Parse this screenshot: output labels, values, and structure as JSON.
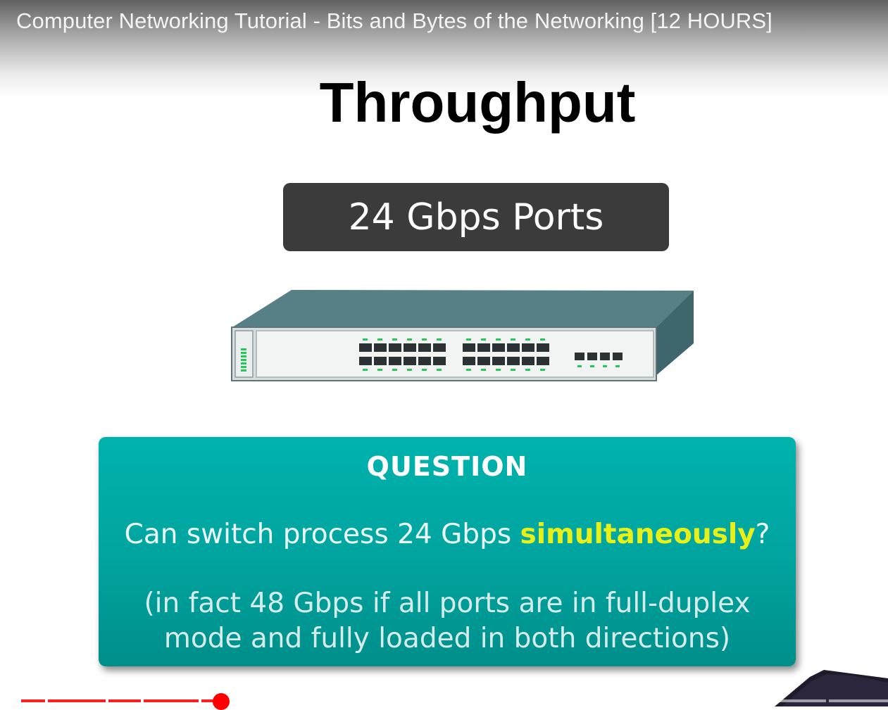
{
  "video": {
    "title": "Computer Networking Tutorial - Bits and Bytes of the Networking [12 HOURS]"
  },
  "slide": {
    "title": "Throughput",
    "ports_label": "24 Gbps Ports",
    "device_icon": "network-switch-icon",
    "question": {
      "heading": "QUESTION",
      "line_prefix": "Can switch process 24 Gbps ",
      "line_highlight": "simultaneously",
      "line_suffix": "?",
      "note_line1": "(in fact 48 Gbps if all ports are in full-duplex",
      "note_line2": "mode and fully loaded in both directions)"
    }
  },
  "player": {
    "progress_fraction": 0.25,
    "colors": {
      "played": "#ff1e1e",
      "thumb": "#ff0000",
      "unplayed": "#d9d9d9"
    }
  },
  "colors": {
    "card_top": "#00b3ad",
    "card_bottom": "#008e8a",
    "highlight": "#e8f018",
    "ports_box": "#3b3b3b"
  }
}
